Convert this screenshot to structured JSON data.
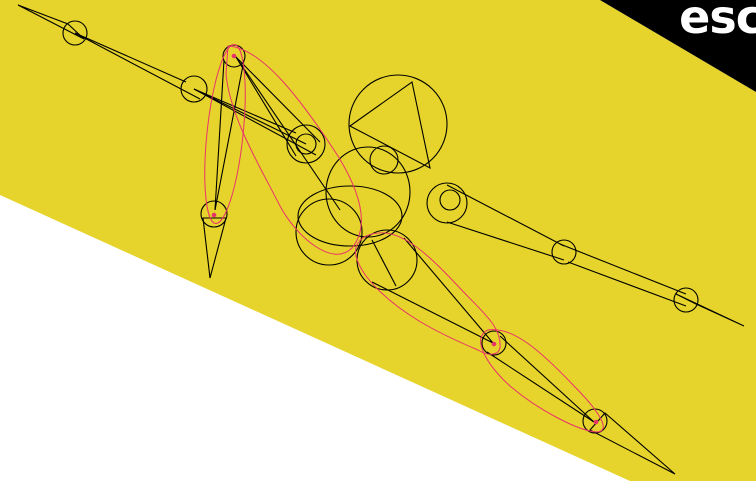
{
  "colors": {
    "background": "#ffffff",
    "band": "#e6d42c",
    "corner": "#000000",
    "outline": "#000000",
    "highlight": "#e8336a",
    "esc_text": "#ffffff"
  },
  "escape_button": {
    "label": "esc"
  },
  "figure": {
    "joints": [
      "head",
      "neck",
      "chest",
      "pelvis",
      "left-shoulder",
      "left-elbow",
      "left-wrist",
      "right-shoulder",
      "right-elbow",
      "right-wrist",
      "left-hip",
      "left-knee",
      "left-ankle",
      "right-hip",
      "right-knee",
      "right-ankle"
    ],
    "highlighted_chain": [
      "right-shoulder",
      "right-elbow",
      "right-wrist",
      "pelvis",
      "left-hip",
      "left-knee",
      "left-ankle"
    ]
  }
}
